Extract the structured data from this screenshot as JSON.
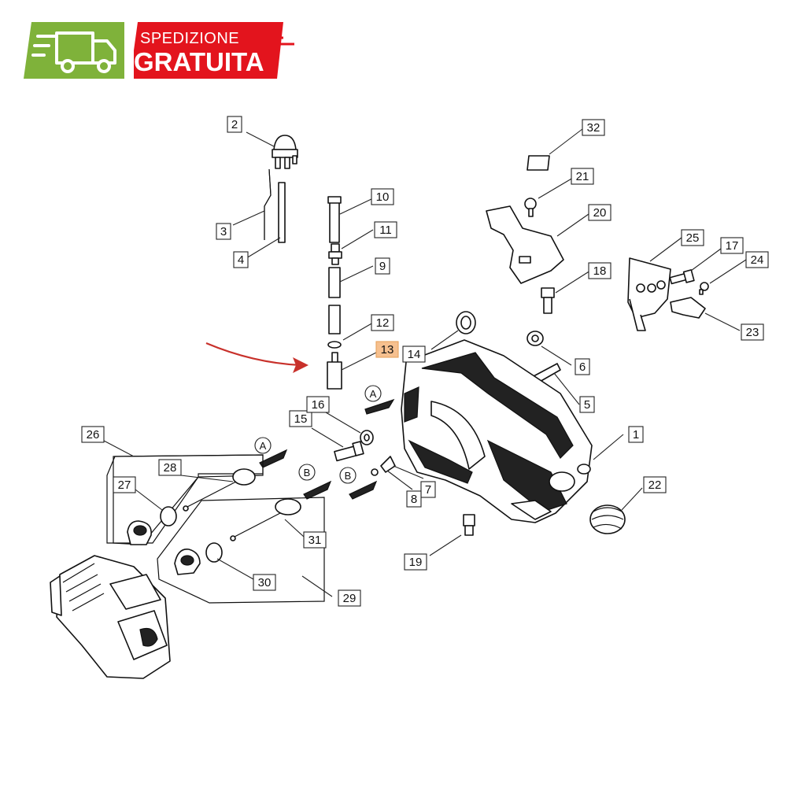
{
  "banner": {
    "line1": "SPEDIZIONE",
    "line2": "GRATUITA",
    "icon": "delivery-truck-icon",
    "colors": {
      "green": "#7fb23a",
      "red": "#e3141d"
    }
  },
  "highlight_color": "#f6c08f",
  "pointer_arrow_color": "#c8312b",
  "section_markers": [
    "A",
    "A",
    "B",
    "B"
  ],
  "part_labels": [
    "1",
    "2",
    "3",
    "4",
    "5",
    "6",
    "7",
    "8",
    "9",
    "10",
    "11",
    "12",
    "13",
    "14",
    "15",
    "16",
    "17",
    "18",
    "19",
    "20",
    "21",
    "22",
    "23",
    "24",
    "25",
    "26",
    "27",
    "28",
    "29",
    "30",
    "31",
    "32"
  ],
  "highlighted_part": "13"
}
